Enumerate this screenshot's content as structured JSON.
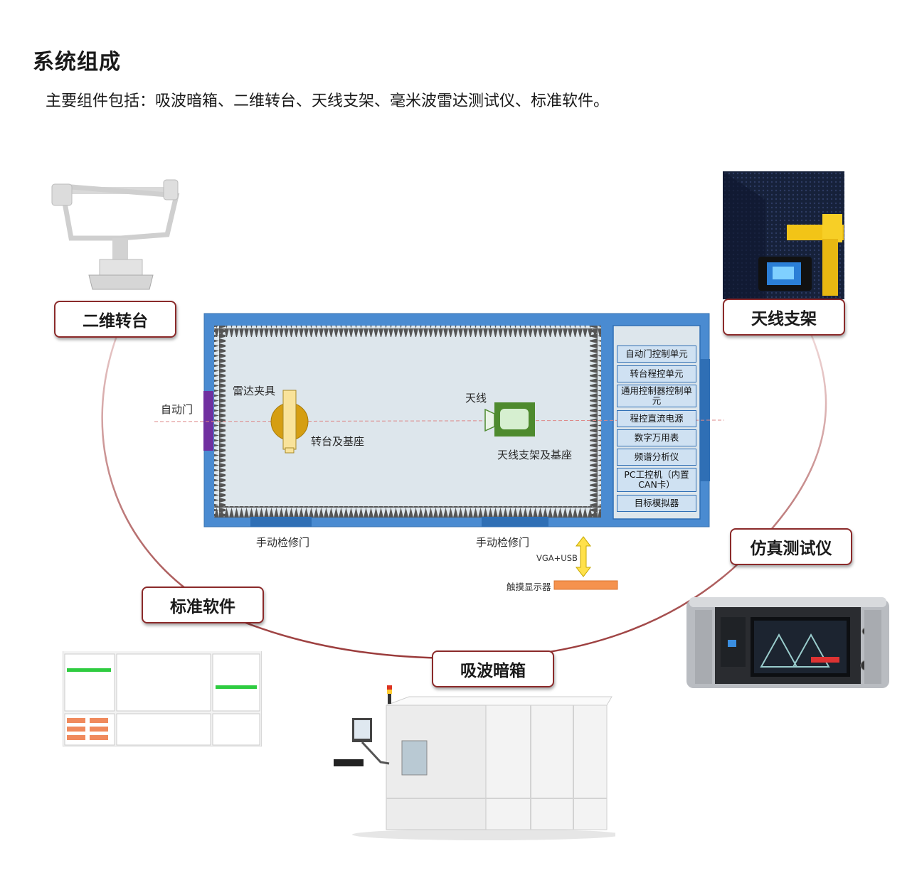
{
  "page": {
    "title": "系统组成",
    "subtitle": "主要组件包括：吸波暗箱、二维转台、天线支架、毫米波雷达测试仪、标准软件。"
  },
  "components": {
    "turntable": "二维转台",
    "antenna_bracket": "天线支架",
    "simulator": "仿真测试仪",
    "software": "标准软件",
    "chamber": "吸波暗箱"
  },
  "diagram": {
    "auto_door": "自动门",
    "radar_fixture": "雷达夹具",
    "turntable_base": "转台及基座",
    "antenna": "天线",
    "antenna_base": "天线支架及基座",
    "manual_door_1": "手动检修门",
    "manual_door_2": "手动检修门",
    "vga_usb": "VGA+USB",
    "touch_display": "触摸显示器",
    "panel_items": [
      "自动门控制单元",
      "转台程控单元",
      "通用控制器控制单元",
      "程控直流电源",
      "数字万用表",
      "频谱分析仪",
      "PC工控机（内置CAN卡）",
      "目标模拟器"
    ]
  },
  "colors": {
    "accent": "#8b2a2a",
    "chamber_frame": "#4a8bd1",
    "chamber_inner": "#dde6ec",
    "panel_bg": "#cfe1f2",
    "door_purple": "#7030a0",
    "arrow_yellow": "#ffe14a",
    "display_orange": "#f5924e"
  },
  "icons": {
    "turntable": "turntable-photo",
    "antenna_bracket": "antenna-bracket-photo",
    "simulator": "tester-device-photo",
    "software": "software-screenshot",
    "chamber": "chamber-cabinet-photo"
  }
}
